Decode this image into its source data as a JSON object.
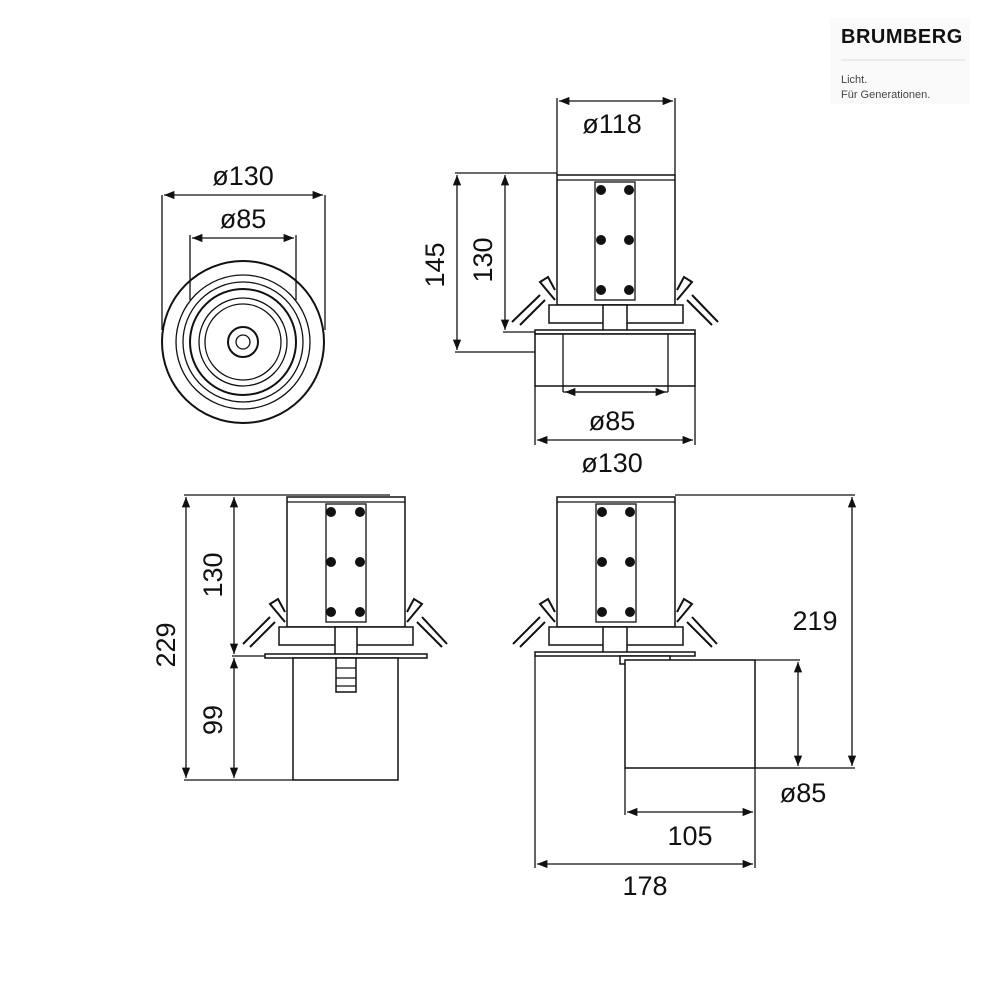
{
  "brand": {
    "name": "BRUMBERG",
    "tagline_1": "Licht.",
    "tagline_2": "Für Generationen."
  },
  "top_view": {
    "outer_diameter": "ø130",
    "inner_diameter": "ø85"
  },
  "front_view": {
    "top_diameter": "ø118",
    "total_height": "145",
    "body_height": "130",
    "lens_diameter": "ø85",
    "flange_diameter": "ø130"
  },
  "side_view": {
    "total_height": "229",
    "body_height": "130",
    "lower_height": "99"
  },
  "tilt_view": {
    "height": "219",
    "head_diameter": "ø85",
    "head_length": "105",
    "overall_length": "178"
  }
}
